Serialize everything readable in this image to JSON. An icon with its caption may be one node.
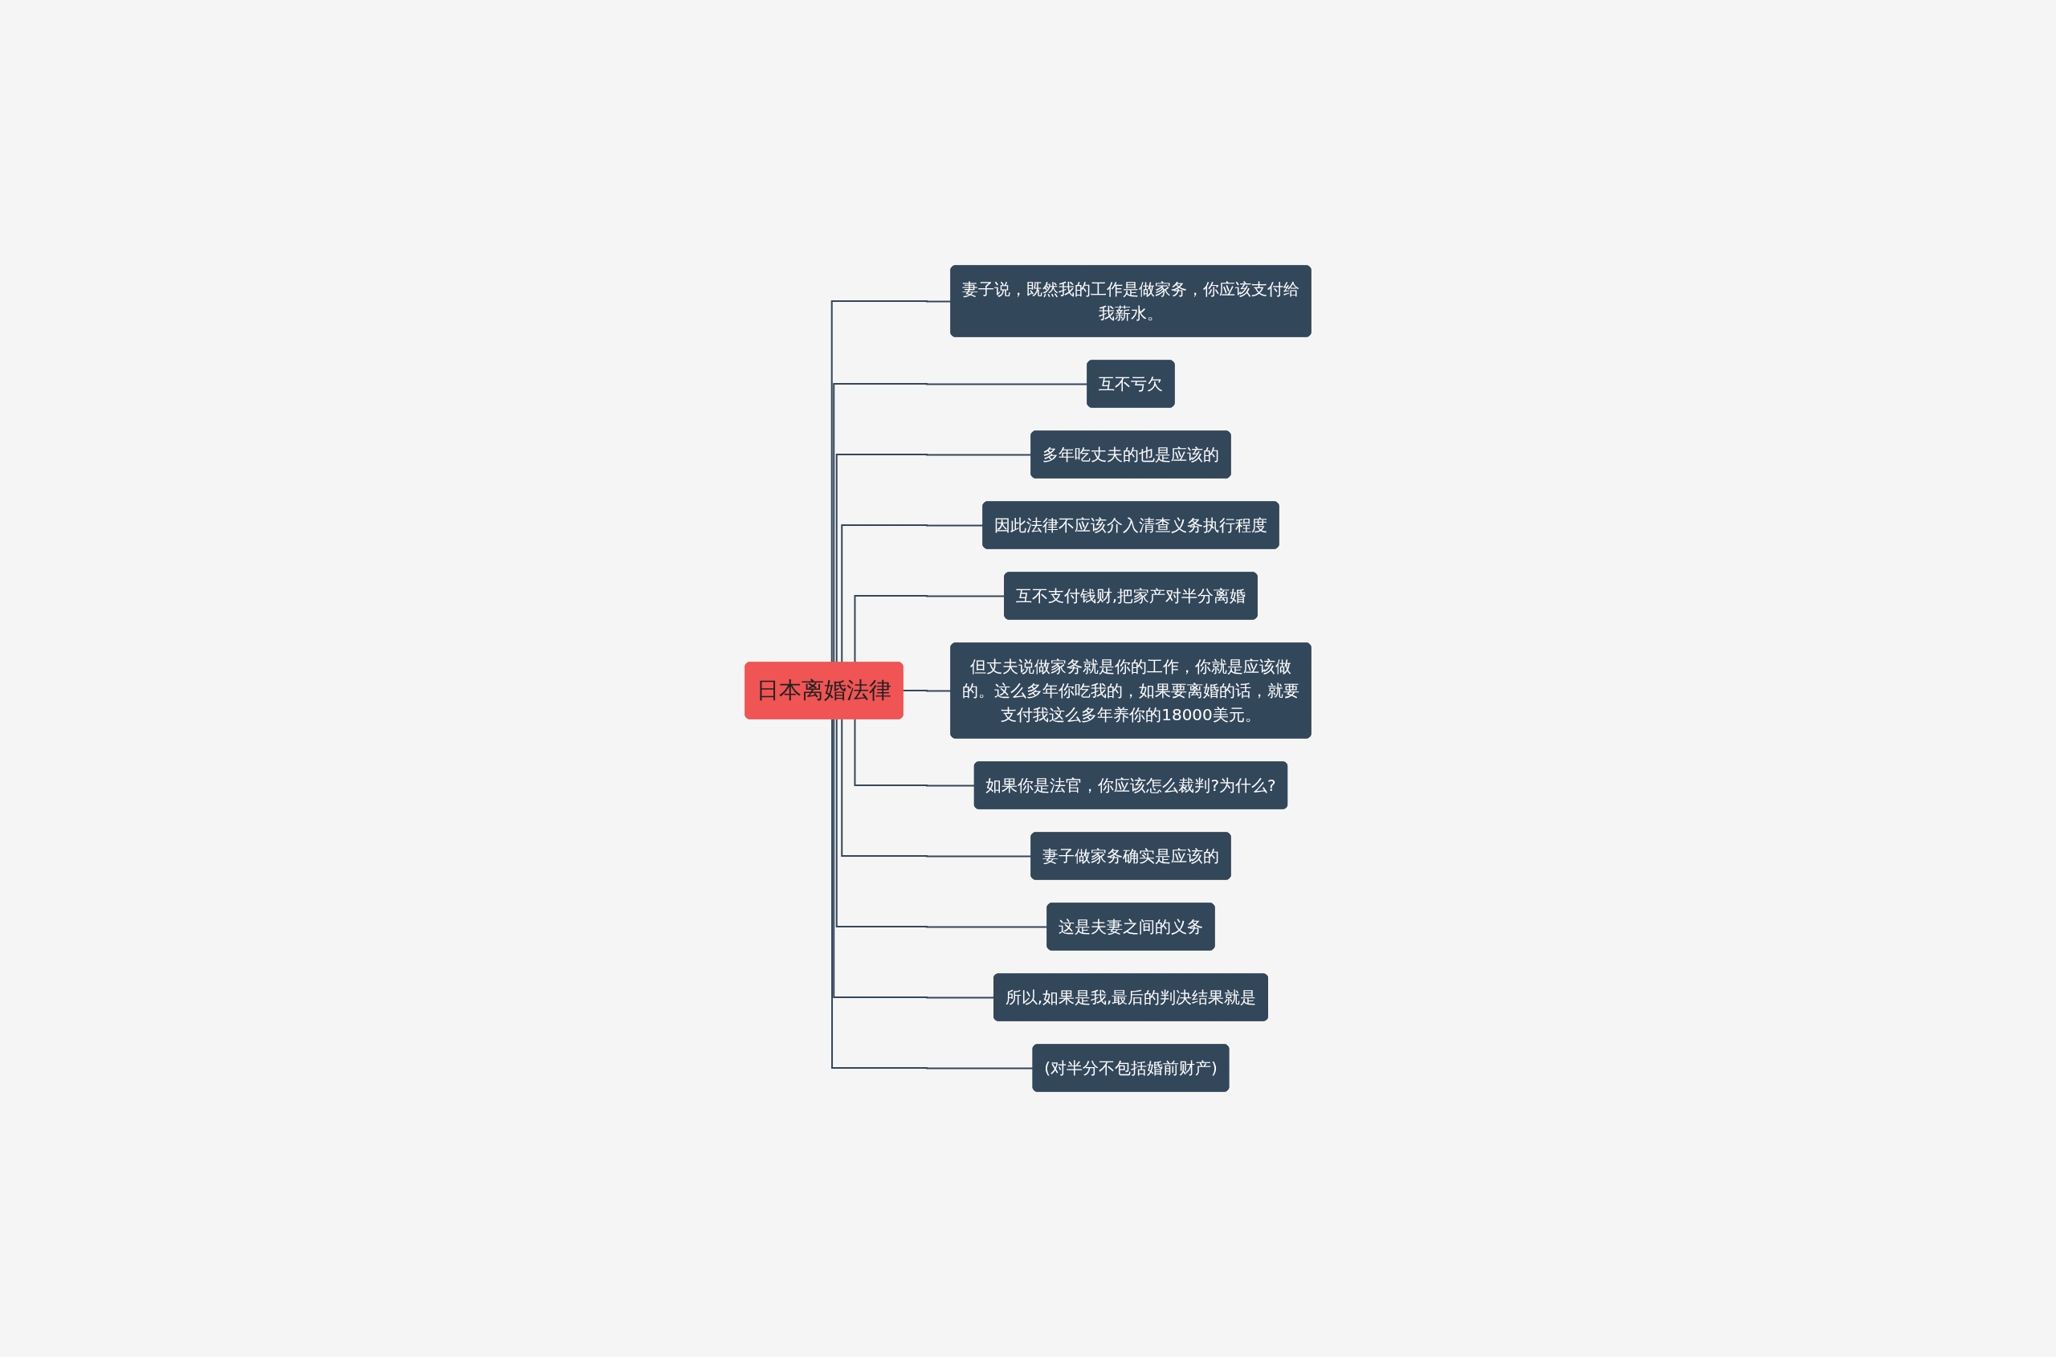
{
  "diagram": {
    "nodes": [
      {
        "text": [
          "日本离婚法律"
        ]
      },
      {
        "text": [
          "妻子说，既然我的工作是做家务，你应该支付给我薪水。"
        ]
      },
      {
        "text": [
          "互不亏欠"
        ]
      },
      {
        "text": [
          "多年吃丈夫的也是应该的"
        ]
      },
      {
        "text": [
          "因此法律不应该介入清查义务执行程度"
        ]
      },
      {
        "text": [
          "互不支付钱财,把家产对半分离婚"
        ]
      },
      {
        "text": [
          "但丈夫说做家务就是你的工作，你就是应该做的。这么多年你吃我的，如果要离婚的话，就要支付我这么多年养你的18000美元。"
        ]
      },
      {
        "text": [
          "如果你是法官，你应该怎么裁判?为什么?"
        ]
      },
      {
        "text": [
          "妻子做家务确实是应该的"
        ]
      },
      {
        "text": [
          "这是夫妻之间的义务"
        ]
      },
      {
        "text": [
          "所以,如果是我,最后的判决结果就是"
        ]
      },
      {
        "text": [
          "(对半分不包括婚前财产)"
        ]
      }
    ],
    "edges": [
      {
        "from": 0,
        "to": 1,
        "arrow": "none"
      },
      {
        "from": 0,
        "to": 2,
        "arrow": "none"
      },
      {
        "from": 0,
        "to": 3,
        "arrow": "none"
      },
      {
        "from": 0,
        "to": 4,
        "arrow": "none"
      },
      {
        "from": 0,
        "to": 5,
        "arrow": "none"
      },
      {
        "from": 0,
        "to": 6,
        "arrow": "none"
      },
      {
        "from": 0,
        "to": 7,
        "arrow": "none"
      },
      {
        "from": 0,
        "to": 8,
        "arrow": "none"
      },
      {
        "from": 0,
        "to": 9,
        "arrow": "none"
      },
      {
        "from": 0,
        "to": 10,
        "arrow": "none"
      },
      {
        "from": 0,
        "to": 11,
        "arrow": "none"
      }
    ]
  }
}
